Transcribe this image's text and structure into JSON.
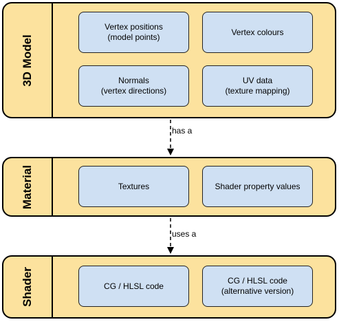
{
  "groups": [
    {
      "label": "3D Model",
      "items": [
        "Vertex positions\n(model points)",
        "Vertex colours",
        "Normals\n(vertex directions)",
        "UV data\n(texture mapping)"
      ]
    },
    {
      "label": "Material",
      "items": [
        "Textures",
        "Shader property values"
      ]
    },
    {
      "label": "Shader",
      "items": [
        "CG / HLSL code",
        "CG / HLSL code\n(alternative version)"
      ]
    }
  ],
  "connectors": [
    {
      "label": "has a"
    },
    {
      "label": "uses a"
    }
  ],
  "colors": {
    "group_fill": "#fce29e",
    "item_fill": "#cfe0f3",
    "stroke": "#000000"
  }
}
